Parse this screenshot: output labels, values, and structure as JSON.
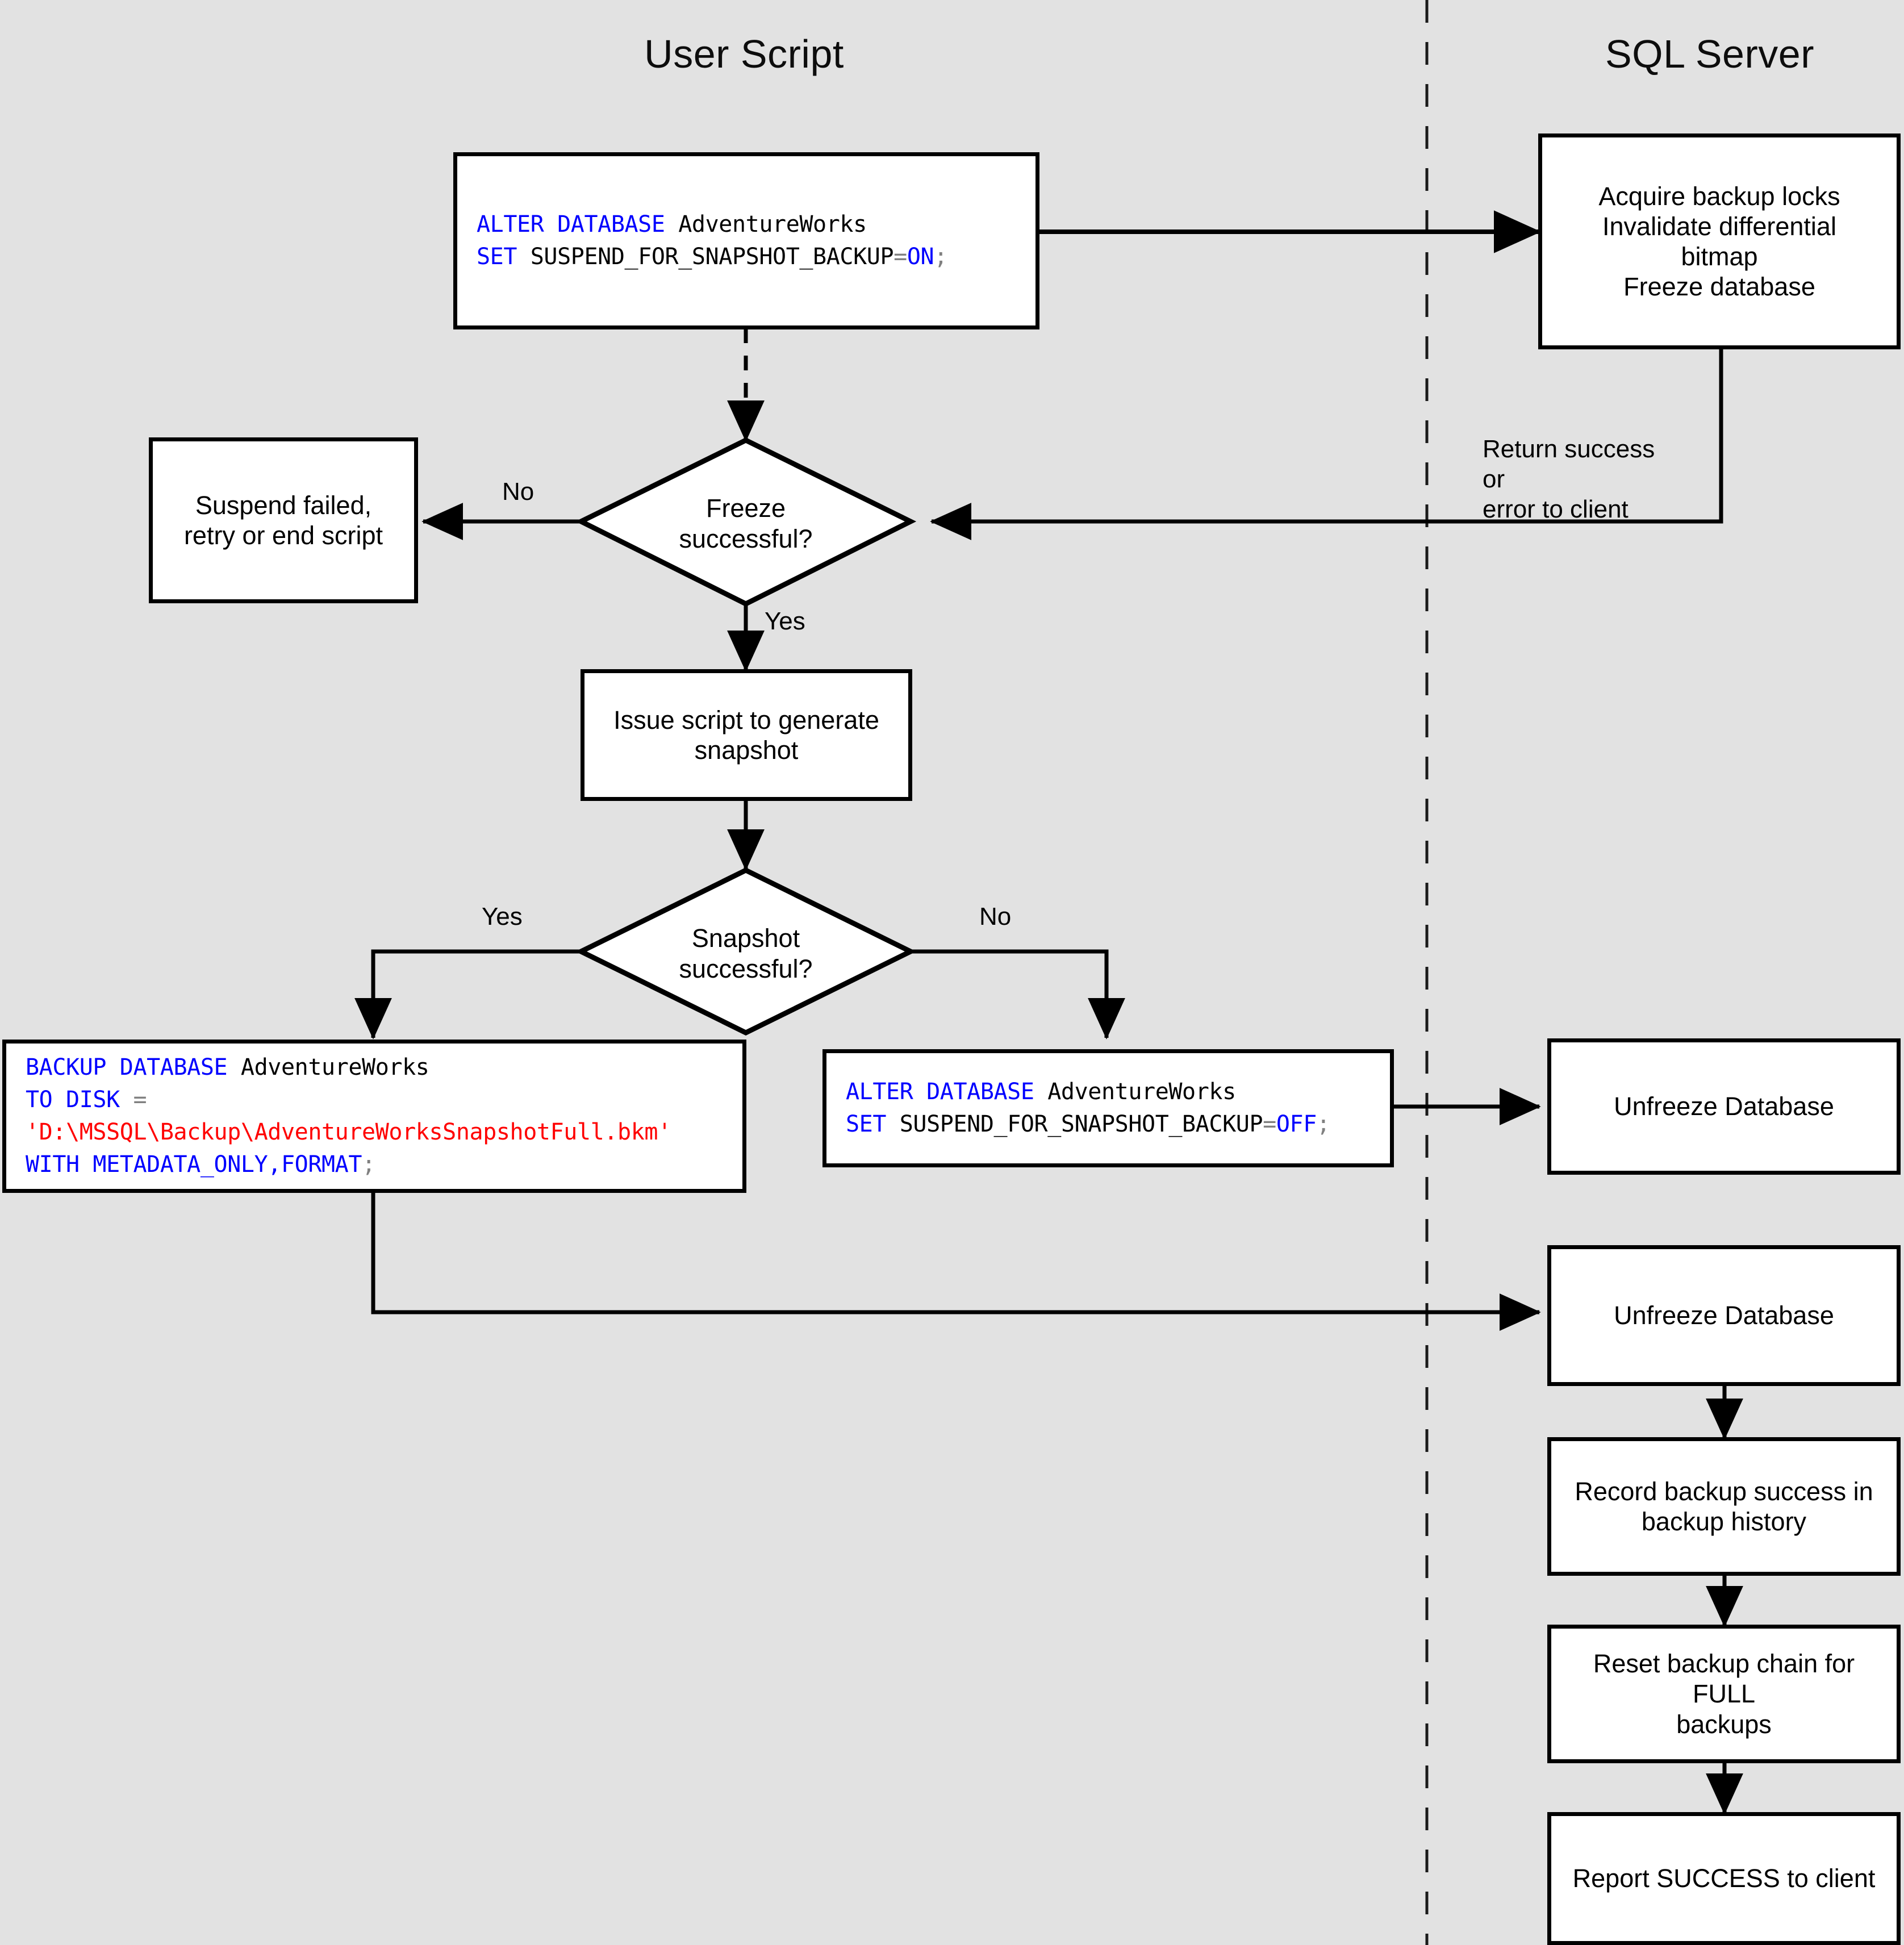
{
  "diagram": {
    "title_left": "User Script",
    "title_right": "SQL Server",
    "lanes": [
      {
        "name": "user-script",
        "label": "User Script"
      },
      {
        "name": "sql-server",
        "label": "SQL Server"
      }
    ],
    "nodes": {
      "alter_on": {
        "type": "code",
        "lines": [
          [
            {
              "t": "ALTER DATABASE ",
              "c": "kw"
            },
            {
              "t": "AdventureWorks",
              "c": "id"
            }
          ],
          [
            {
              "t": "SET ",
              "c": "kw"
            },
            {
              "t": "SUSPEND_FOR_SNAPSHOT_BACKUP",
              "c": "id"
            },
            {
              "t": "=",
              "c": "op"
            },
            {
              "t": "ON",
              "c": "kw"
            },
            {
              "t": ";",
              "c": "op"
            }
          ]
        ],
        "plain": "ALTER DATABASE AdventureWorks SET SUSPEND_FOR_SNAPSHOT_BACKUP=ON;"
      },
      "acquire_locks": {
        "type": "process",
        "text": "Acquire backup locks\nInvalidate differential\nbitmap\nFreeze database"
      },
      "suspend_failed": {
        "type": "process",
        "text": "Suspend failed,\nretry or end script"
      },
      "freeze_decision": {
        "type": "decision",
        "text": "Freeze\nsuccessful?"
      },
      "issue_script": {
        "type": "process",
        "text": "Issue script to generate\nsnapshot"
      },
      "snapshot_decision": {
        "type": "decision",
        "text": "Snapshot\nsuccessful?"
      },
      "backup_database": {
        "type": "code",
        "lines": [
          [
            {
              "t": "BACKUP DATABASE ",
              "c": "kw"
            },
            {
              "t": "AdventureWorks",
              "c": "id"
            }
          ],
          [
            {
              "t": "TO DISK ",
              "c": "kw"
            },
            {
              "t": "=",
              "c": "op"
            }
          ],
          [
            {
              "t": "'D:\\MSSQL\\Backup\\AdventureWorksSnapshotFull.bkm'",
              "c": "str"
            }
          ],
          [
            {
              "t": "WITH METADATA_ONLY,FORMAT",
              "c": "kw"
            },
            {
              "t": ";",
              "c": "op"
            }
          ]
        ],
        "plain": "BACKUP DATABASE AdventureWorks TO DISK = 'D:\\MSSQL\\Backup\\AdventureWorksSnapshotFull.bkm' WITH METADATA_ONLY,FORMAT;"
      },
      "alter_off": {
        "type": "code",
        "lines": [
          [
            {
              "t": "ALTER DATABASE ",
              "c": "kw"
            },
            {
              "t": "AdventureWorks",
              "c": "id"
            }
          ],
          [
            {
              "t": "SET ",
              "c": "kw"
            },
            {
              "t": "SUSPEND_FOR_SNAPSHOT_BACKUP",
              "c": "id"
            },
            {
              "t": "=",
              "c": "op"
            },
            {
              "t": "OFF",
              "c": "kw"
            },
            {
              "t": ";",
              "c": "op"
            }
          ]
        ],
        "plain": "ALTER DATABASE AdventureWorks SET SUSPEND_FOR_SNAPSHOT_BACKUP=OFF;"
      },
      "unfreeze_1": {
        "type": "process",
        "text": "Unfreeze Database"
      },
      "unfreeze_2": {
        "type": "process",
        "text": "Unfreeze Database"
      },
      "record_backup": {
        "type": "process",
        "text": "Record backup success in\nbackup history"
      },
      "reset_chain": {
        "type": "process",
        "text": "Reset backup chain for FULL\nbackups"
      },
      "report_success": {
        "type": "process",
        "text": "Report SUCCESS to client"
      }
    },
    "edge_labels": {
      "freeze_no": "No",
      "freeze_yes": "Yes",
      "snapshot_yes": "Yes",
      "snapshot_no": "No",
      "return_status": "Return success or\nerror to client"
    },
    "colors": {
      "background": "#e2e2e2",
      "node_fill": "#ffffff",
      "stroke": "#000000",
      "keyword": "#0000ff",
      "string": "#ff0000",
      "operator": "#808080"
    }
  }
}
